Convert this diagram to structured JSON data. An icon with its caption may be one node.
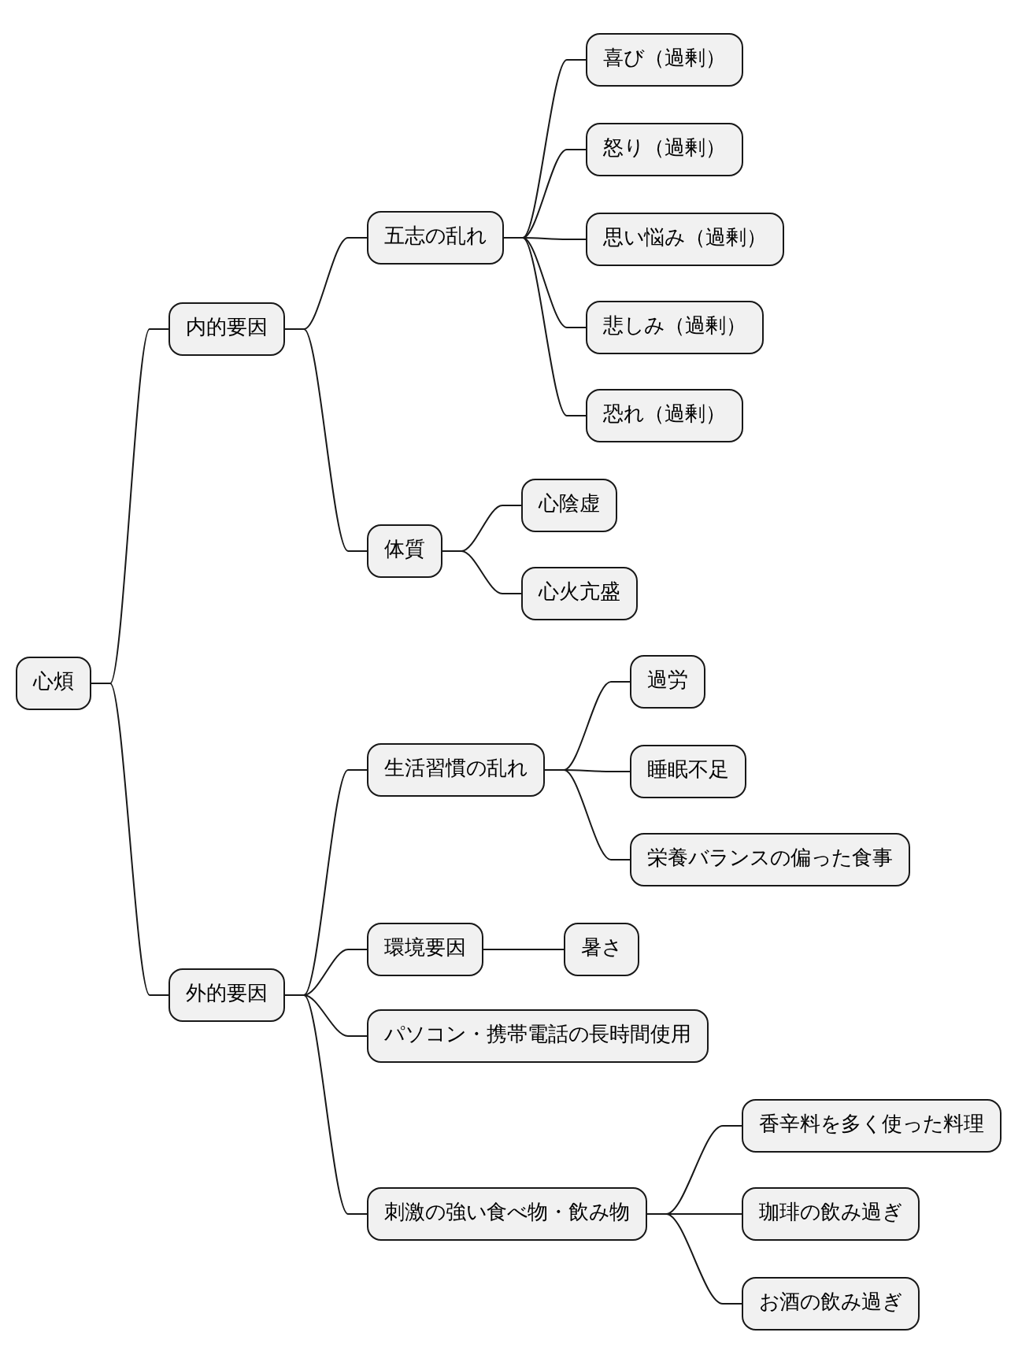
{
  "diagram": {
    "nodes": [
      {
        "text": [
          "心煩"
        ]
      },
      {
        "text": [
          "内的要因"
        ]
      },
      {
        "text": [
          "五志の乱れ"
        ]
      },
      {
        "text": [
          "喜び（過剰）"
        ]
      },
      {
        "text": [
          "怒り（過剰）"
        ]
      },
      {
        "text": [
          "思い悩み（過剰）"
        ]
      },
      {
        "text": [
          "悲しみ（過剰）"
        ]
      },
      {
        "text": [
          "恐れ（過剰）"
        ]
      },
      {
        "text": [
          "体質"
        ]
      },
      {
        "text": [
          "心陰虚"
        ]
      },
      {
        "text": [
          "心火亢盛"
        ]
      },
      {
        "text": [
          "外的要因"
        ]
      },
      {
        "text": [
          "生活習慣の乱れ"
        ]
      },
      {
        "text": [
          "過労"
        ]
      },
      {
        "text": [
          "睡眠不足"
        ]
      },
      {
        "text": [
          "栄養バランスの偏った食事"
        ]
      },
      {
        "text": [
          "環境要因"
        ]
      },
      {
        "text": [
          "暑さ"
        ]
      },
      {
        "text": [
          "パソコン・携帯電話の長時間使用"
        ]
      },
      {
        "text": [
          "刺激の強い食べ物・飲み物"
        ]
      },
      {
        "text": [
          "香辛料を多く使った料理"
        ]
      },
      {
        "text": [
          "珈琲の飲み過ぎ"
        ]
      },
      {
        "text": [
          "お酒の飲み過ぎ"
        ]
      }
    ],
    "edges": [
      {
        "from": 0,
        "to": 1,
        "arrow": "none"
      },
      {
        "from": 1,
        "to": 2,
        "arrow": "none"
      },
      {
        "from": 2,
        "to": 3,
        "arrow": "none"
      },
      {
        "from": 2,
        "to": 4,
        "arrow": "none"
      },
      {
        "from": 2,
        "to": 5,
        "arrow": "none"
      },
      {
        "from": 2,
        "to": 6,
        "arrow": "none"
      },
      {
        "from": 2,
        "to": 7,
        "arrow": "none"
      },
      {
        "from": 1,
        "to": 8,
        "arrow": "none"
      },
      {
        "from": 8,
        "to": 9,
        "arrow": "none"
      },
      {
        "from": 8,
        "to": 10,
        "arrow": "none"
      },
      {
        "from": 0,
        "to": 11,
        "arrow": "none"
      },
      {
        "from": 11,
        "to": 12,
        "arrow": "none"
      },
      {
        "from": 12,
        "to": 13,
        "arrow": "none"
      },
      {
        "from": 12,
        "to": 14,
        "arrow": "none"
      },
      {
        "from": 12,
        "to": 15,
        "arrow": "none"
      },
      {
        "from": 11,
        "to": 16,
        "arrow": "none"
      },
      {
        "from": 16,
        "to": 17,
        "arrow": "none"
      },
      {
        "from": 11,
        "to": 18,
        "arrow": "none"
      },
      {
        "from": 11,
        "to": 19,
        "arrow": "none"
      },
      {
        "from": 19,
        "to": 20,
        "arrow": "none"
      },
      {
        "from": 19,
        "to": 21,
        "arrow": "none"
      },
      {
        "from": 19,
        "to": 22,
        "arrow": "none"
      }
    ]
  }
}
